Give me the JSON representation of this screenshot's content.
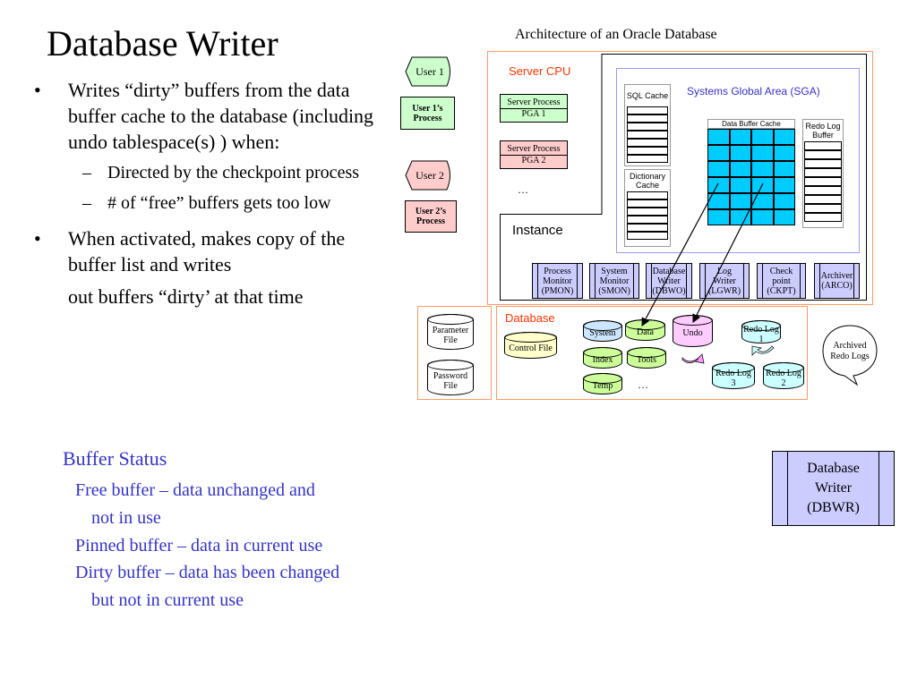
{
  "slide": {
    "title": "Database Writer",
    "bullet1": "Writes “dirty” buffers from the data buffer cache to the database (including undo tablespace(s) ) when:",
    "sub1": "Directed by the checkpoint process",
    "sub2": "# of “free” buffers gets too low",
    "bullet2": "When activated, makes copy of the buffer list and writes",
    "bullet2_cont": "out buffers “dirty’ at that time",
    "buffer_status": {
      "heading": "Buffer Status",
      "free_a": "Free buffer – data unchanged and",
      "free_b": "not in use",
      "pinned": "Pinned buffer – data in current use",
      "dirty_a": "Dirty buffer – data has been changed",
      "dirty_b": "but not in current use"
    },
    "dbwr_box": {
      "line1": "Database",
      "line2": "Writer",
      "line3": "(DBWR)"
    }
  },
  "diagram": {
    "title": "Architecture of an Oracle Database",
    "user1": "User 1",
    "user1_process": "User 1’s Process",
    "user2": "User 2",
    "user2_process": "User 2’s Process",
    "server_cpu": "Server CPU",
    "server_process1_a": "Server Process",
    "server_process1_b": "PGA 1",
    "server_process2_a": "Server Process",
    "server_process2_b": "PGA 2",
    "ellipsis": "…",
    "instance": "Instance",
    "sga": "Systems Global Area (SGA)",
    "sql_cache": "SQL Cache",
    "dictionary_cache": "Dictionary Cache",
    "data_buffer_cache": "Data Buffer Cache",
    "redo_log_buffer": "Redo Log Buffer",
    "procs": {
      "pmon_a": "Process Monitor",
      "pmon_b": "(PMON)",
      "smon_a": "System",
      "smon_b": "Monitor",
      "smon_c": "(SMON)",
      "dbwo_a": "Database",
      "dbwo_b": "Writer",
      "dbwo_c": "(DBWO)",
      "lgwr_a": "Log",
      "lgwr_b": "Writer",
      "lgwr_c": "(LGWR)",
      "ckpt_a": "Check",
      "ckpt_b": "point",
      "ckpt_c": "(CKPT)",
      "arco_a": "Archiver",
      "arco_b": "(ARCO)"
    },
    "parameter_file": "Parameter File",
    "password_file": "Password File",
    "database": "Database",
    "control_file": "Control File",
    "ts_system": "System",
    "ts_data": "Data",
    "ts_undo": "Undo",
    "ts_index": "Index",
    "ts_tools": "Tools",
    "ts_temp": "Temp",
    "redo1": "Redo Log 1",
    "redo2": "Redo Log 2",
    "redo3": "Redo Log 3",
    "archived": "Archived Redo Logs",
    "colors": {
      "orange": "#ff9966",
      "sga_border": "#9999ff",
      "blue_cache": "#00ccff",
      "lav": "#ccccff"
    }
  }
}
